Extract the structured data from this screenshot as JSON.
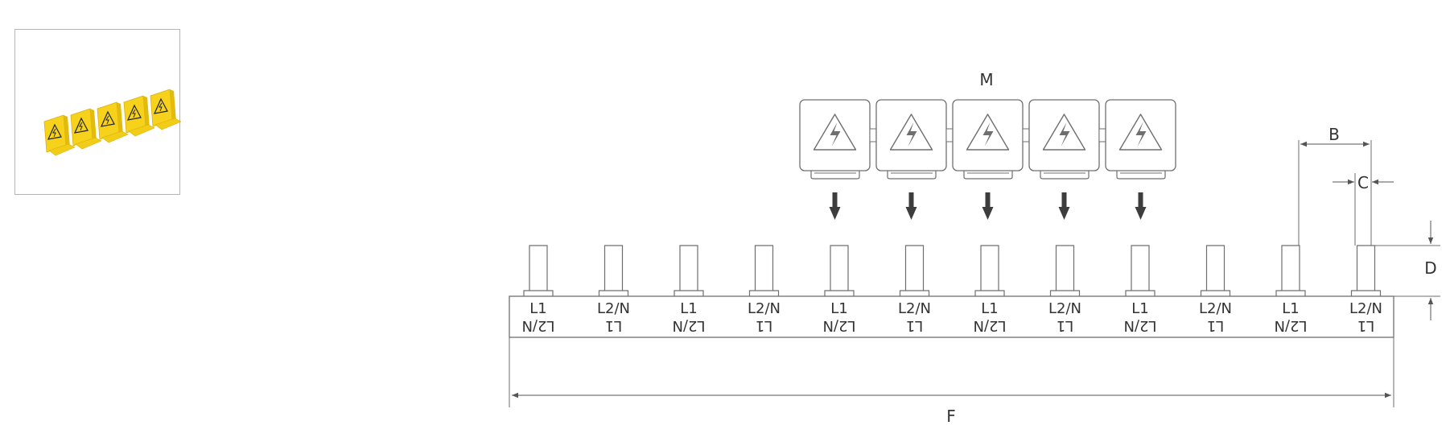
{
  "thumbnail": {
    "icon": "warning-caps-photo",
    "count": 5
  },
  "diagram": {
    "dimension_labels": {
      "m": "M",
      "b": "B",
      "c": "C",
      "d": "D",
      "f": "F"
    },
    "warning_caps": {
      "count": 5,
      "symbol": "high-voltage-warning-icon"
    },
    "pins": [
      {
        "top": "L1",
        "bottom": "L2/N"
      },
      {
        "top": "L2/N",
        "bottom": "L1"
      },
      {
        "top": "L1",
        "bottom": "L2/N"
      },
      {
        "top": "L2/N",
        "bottom": "L1"
      },
      {
        "top": "L1",
        "bottom": "L2/N"
      },
      {
        "top": "L2/N",
        "bottom": "L1"
      },
      {
        "top": "L1",
        "bottom": "L2/N"
      },
      {
        "top": "L2/N",
        "bottom": "L1"
      },
      {
        "top": "L1",
        "bottom": "L2/N"
      },
      {
        "top": "L2/N",
        "bottom": "L1"
      },
      {
        "top": "L1",
        "bottom": "L2/N"
      },
      {
        "top": "L2/N",
        "bottom": "L1"
      }
    ],
    "colors": {
      "line": "#6f6f6f",
      "arrow": "#3d3d3d",
      "cap_yellow": "#f6d21c"
    }
  }
}
